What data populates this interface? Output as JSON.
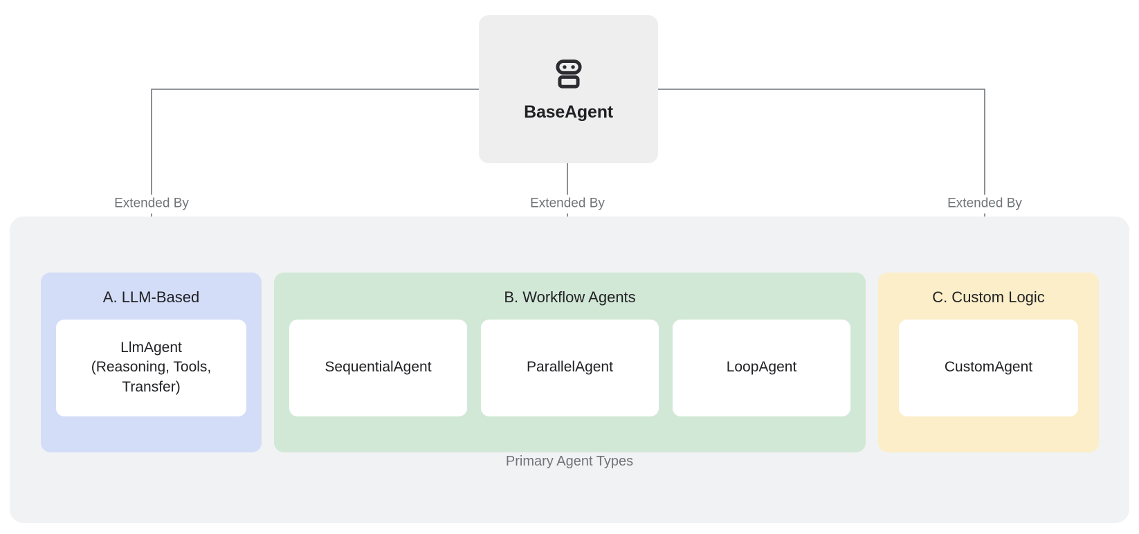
{
  "root": {
    "label": "BaseAgent",
    "icon": "robot-icon"
  },
  "edges": [
    {
      "label": "Extended By"
    },
    {
      "label": "Extended By"
    },
    {
      "label": "Extended By"
    }
  ],
  "group": {
    "caption": "Primary Agent Types"
  },
  "panels": [
    {
      "id": "llm",
      "title": "A. LLM-Based",
      "color": "#d4ddf8",
      "cards": [
        {
          "label": "LlmAgent\n(Reasoning, Tools,\nTransfer)"
        }
      ]
    },
    {
      "id": "workflow",
      "title": "B. Workflow Agents",
      "color": "#d2e8d7",
      "cards": [
        {
          "label": "SequentialAgent"
        },
        {
          "label": "ParallelAgent"
        },
        {
          "label": "LoopAgent"
        }
      ]
    },
    {
      "id": "custom",
      "title": "C. Custom Logic",
      "color": "#fbeec8",
      "cards": [
        {
          "label": "CustomAgent"
        }
      ]
    }
  ],
  "colors": {
    "connector": "#6f7479",
    "group_bg": "#f1f2f4",
    "root_bg": "#eeeeee",
    "card_bg": "#ffffff",
    "text": "#202124",
    "muted_text": "#6f7479"
  }
}
